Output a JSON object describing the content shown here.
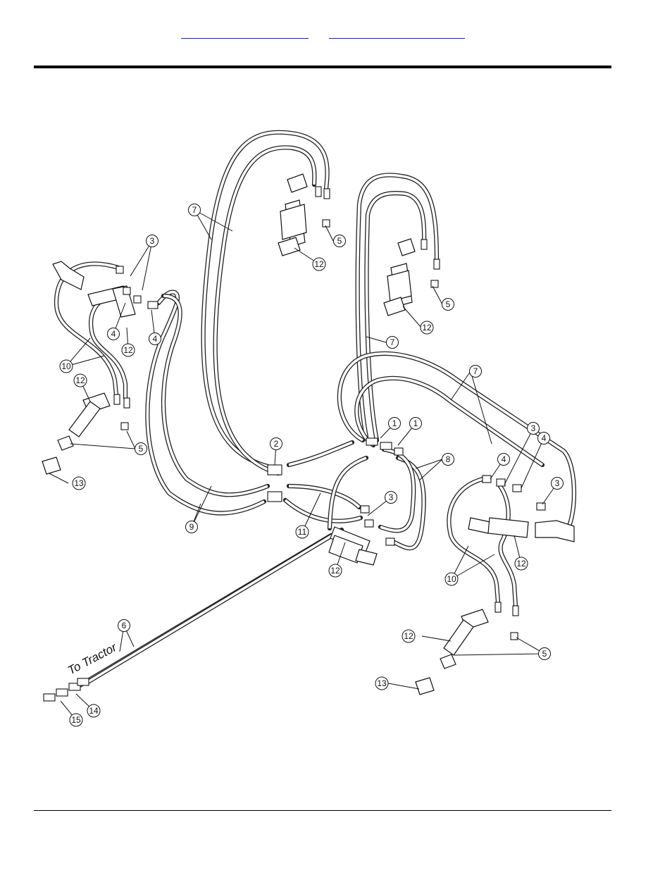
{
  "header": {
    "link_left": "",
    "link_right": ""
  },
  "diagram": {
    "annotation": "To Tractor",
    "callouts": [
      {
        "id": "c1a",
        "label": "1"
      },
      {
        "id": "c1b",
        "label": "1"
      },
      {
        "id": "c2",
        "label": "2"
      },
      {
        "id": "c3a",
        "label": "3"
      },
      {
        "id": "c3b",
        "label": "3"
      },
      {
        "id": "c3c",
        "label": "3"
      },
      {
        "id": "c3d",
        "label": "3"
      },
      {
        "id": "c4a",
        "label": "4"
      },
      {
        "id": "c4b",
        "label": "4"
      },
      {
        "id": "c4c",
        "label": "4"
      },
      {
        "id": "c4d",
        "label": "4"
      },
      {
        "id": "c5a",
        "label": "5"
      },
      {
        "id": "c5b",
        "label": "5"
      },
      {
        "id": "c5c",
        "label": "5"
      },
      {
        "id": "c5d",
        "label": "5"
      },
      {
        "id": "c6",
        "label": "6"
      },
      {
        "id": "c7a",
        "label": "7"
      },
      {
        "id": "c7b",
        "label": "7"
      },
      {
        "id": "c7c",
        "label": "7"
      },
      {
        "id": "c8",
        "label": "8"
      },
      {
        "id": "c9",
        "label": "9"
      },
      {
        "id": "c10a",
        "label": "10"
      },
      {
        "id": "c10b",
        "label": "10"
      },
      {
        "id": "c11",
        "label": "11"
      },
      {
        "id": "c12a",
        "label": "12"
      },
      {
        "id": "c12b",
        "label": "12"
      },
      {
        "id": "c12c",
        "label": "12"
      },
      {
        "id": "c12d",
        "label": "12"
      },
      {
        "id": "c12e",
        "label": "12"
      },
      {
        "id": "c12f",
        "label": "12"
      },
      {
        "id": "c12g",
        "label": "12"
      },
      {
        "id": "c13a",
        "label": "13"
      },
      {
        "id": "c13b",
        "label": "13"
      },
      {
        "id": "c14",
        "label": "14"
      },
      {
        "id": "c15",
        "label": "15"
      }
    ]
  }
}
